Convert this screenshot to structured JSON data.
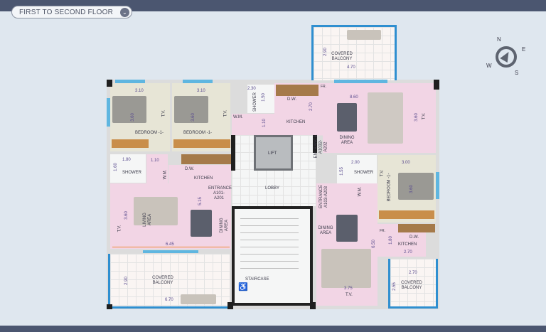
{
  "header": {
    "floor_selector": "FIRST TO SECOND FLOOR",
    "chevron_icon": "chevron-down-icon"
  },
  "compass": {
    "n": "N",
    "e": "E",
    "s": "S",
    "w": "W"
  },
  "rooms": {
    "bedroom_a": "BEDROOM -1-",
    "bedroom_b": "BEDROOM -1-",
    "bedroom_c": "BEDROOM -1-",
    "shower_top": "SHOWER",
    "shower_left": "SHOWER",
    "shower_right": "SHOWER",
    "kitchen_top": "KITCHEN",
    "kitchen_left": "KITCHEN",
    "kitchen_right": "KITCHEN",
    "lift": "LIFT",
    "lobby": "LOBBY",
    "staircase": "STAIRCASE",
    "entrance_left": "ENTRANCE A101-A201",
    "entrance_top": "ENTRANCE A1032-A202",
    "entrance_right": "ENTRANCE A103-A203",
    "dining_top": "DINING AREA",
    "dining_left": "DINING AREA",
    "dining_right": "DINING AREA",
    "living_left": "LIVING AREA",
    "balcony_top": "COVERED BALCONY",
    "balcony_left": "COVERED BALCONY",
    "balcony_right": "COVERED BALCONY"
  },
  "fixtures": {
    "tv": "T.V.",
    "wm": "W.M.",
    "dw": "D.W.",
    "fr": "FR."
  },
  "dimensions": {
    "bed_a_w": "3.10",
    "bed_a_h": "3.60",
    "bed_b_w": "3.10",
    "bed_b_h": "3.60",
    "shower_top_w": "2.30",
    "shower_top_h": "1.50",
    "corr_top": "1.10",
    "kitchen_top_h": "2.70",
    "living_top_w": "8.60",
    "living_top_h": "3.60",
    "balcony_top_w": "4.70",
    "balcony_top_h": "2.90",
    "shower_left_w": "1.80",
    "shower_left_h": "1.60",
    "corr_left": "1.10",
    "living_left_h": "3.60",
    "living_left_d": "5.15",
    "living_left_w": "6.45",
    "balcony_left_w": "6.70",
    "balcony_left_h": "2.90",
    "shower_right_w": "2.00",
    "shower_right_h": "1.55",
    "bed_c_w": "3.00",
    "bed_c_h": "3.60",
    "unit_right_d": "6.50",
    "unit_right_w": "3.75",
    "kitchen_right_h": "1.80",
    "kitchen_right_w": "2.70",
    "balcony_right_w": "2.70",
    "balcony_right_h": "2.55"
  },
  "colors": {
    "bar": "#4b5670",
    "background": "#dfe7ef",
    "pink": "#f2d5e5",
    "beige": "#e7e5d6",
    "window": "#5fb6e0",
    "dimension": "#ef8b3a"
  }
}
